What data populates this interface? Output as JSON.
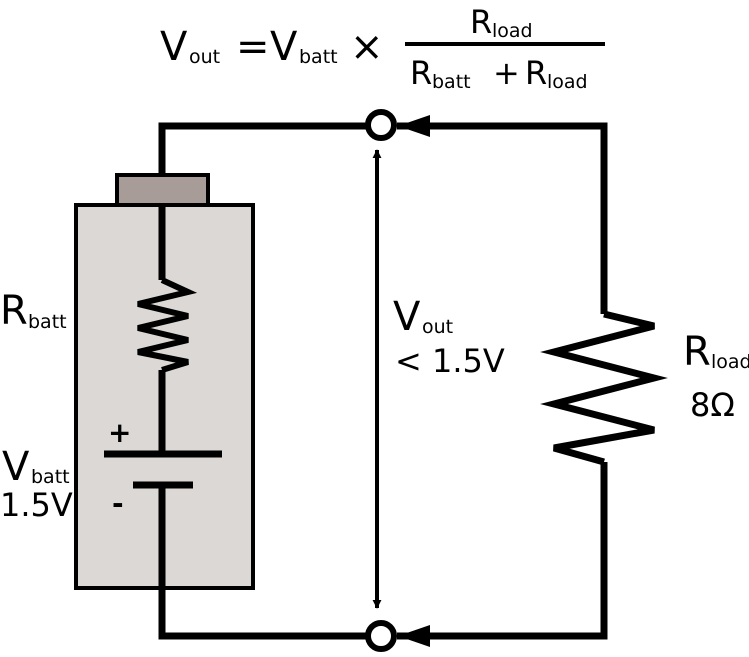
{
  "formula": {
    "lhs_var": "V",
    "lhs_sub": "out",
    "equals": "=",
    "batt_var": "V",
    "batt_sub": "batt",
    "times": "×",
    "num_var": "R",
    "num_sub": "load",
    "den_var1": "R",
    "den_sub1": "batt",
    "plus": "+",
    "den_var2": "R",
    "den_sub2": "load"
  },
  "battery": {
    "r_var": "R",
    "r_sub": "batt",
    "v_var": "V",
    "v_sub": "batt",
    "voltage": "1.5V",
    "plus_sign": "+",
    "minus_sign": "-",
    "colors": {
      "body": "#dcd8d6",
      "cap": "#a89c98"
    }
  },
  "output": {
    "v_var": "V",
    "v_sub": "out",
    "value": "< 1.5V"
  },
  "load": {
    "r_var": "R",
    "r_sub": "load",
    "value": "8Ω"
  }
}
